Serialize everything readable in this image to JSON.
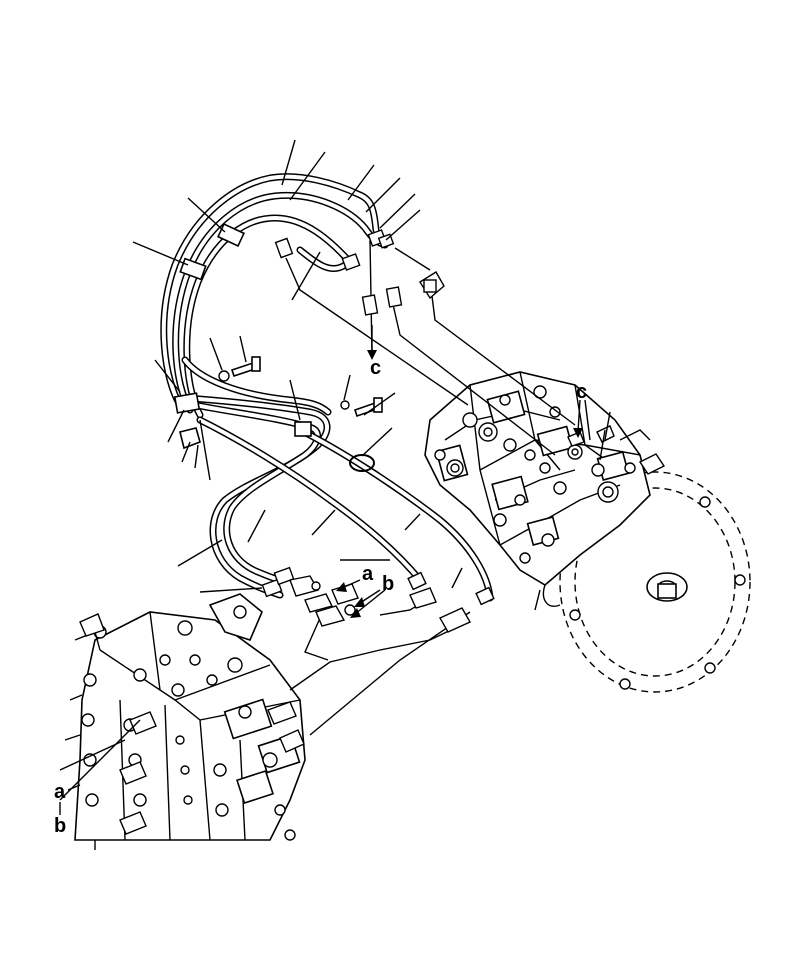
{
  "labels": {
    "a_upper": "a",
    "b_upper": "b",
    "a_left": "a",
    "b_left": "b",
    "c_upper": "c",
    "c_right": "c"
  }
}
